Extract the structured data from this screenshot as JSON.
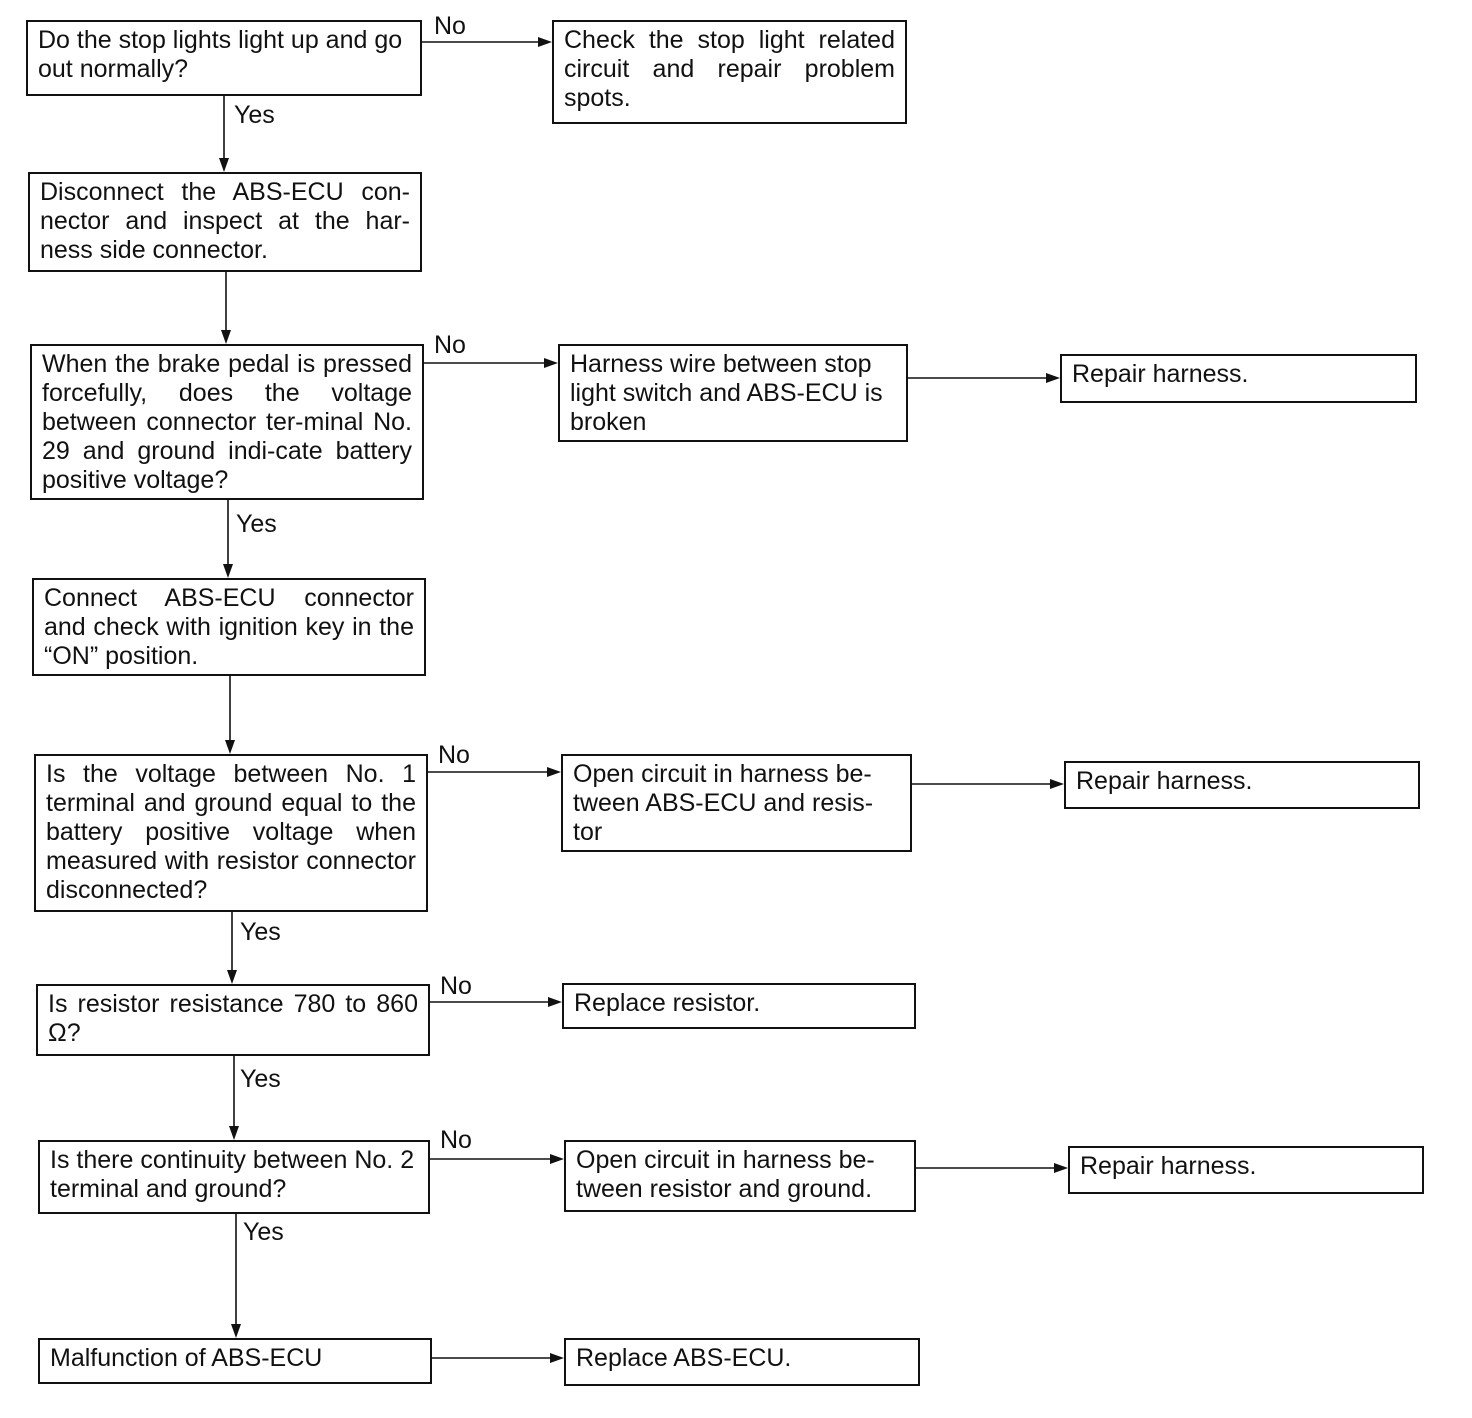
{
  "labels": {
    "yes": "Yes",
    "no": "No"
  },
  "nodes": {
    "q_stop_lights": "Do the stop lights light up and go out normally?",
    "a_check_stop_circuit": "Check the stop light related circuit and repair problem spots.",
    "s_disconnect_ecu": "Disconnect the ABS-ECU con-nector and inspect at the har-ness side connector.",
    "q_brake_voltage": "When the brake pedal is pressed forcefully, does the voltage between connector ter-minal No. 29 and ground indi-cate battery positive voltage?",
    "a_harness_broken": "Harness wire between stop light switch and ABS-ECU is broken",
    "a_repair_harness_1": "Repair harness.",
    "s_connect_ecu": "Connect ABS-ECU connector and check with ignition key in the “ON” position.",
    "q_terminal1_voltage": "Is the voltage between No. 1 terminal and ground equal to the battery positive voltage when measured with resistor connector disconnected?",
    "a_open_ecu_resistor": "Open circuit in harness be-tween ABS-ECU and resis-tor",
    "a_repair_harness_2": "Repair harness.",
    "q_resistance": "Is resistor resistance 780 to 860 Ω?",
    "a_replace_resistor": "Replace resistor.",
    "q_continuity": "Is there continuity between No. 2 terminal and ground?",
    "a_open_resistor_ground": "Open circuit in harness be-tween resistor and ground.",
    "a_repair_harness_3": "Repair harness.",
    "s_malfunction_ecu": "Malfunction of ABS-ECU",
    "a_replace_ecu": "Replace ABS-ECU."
  }
}
